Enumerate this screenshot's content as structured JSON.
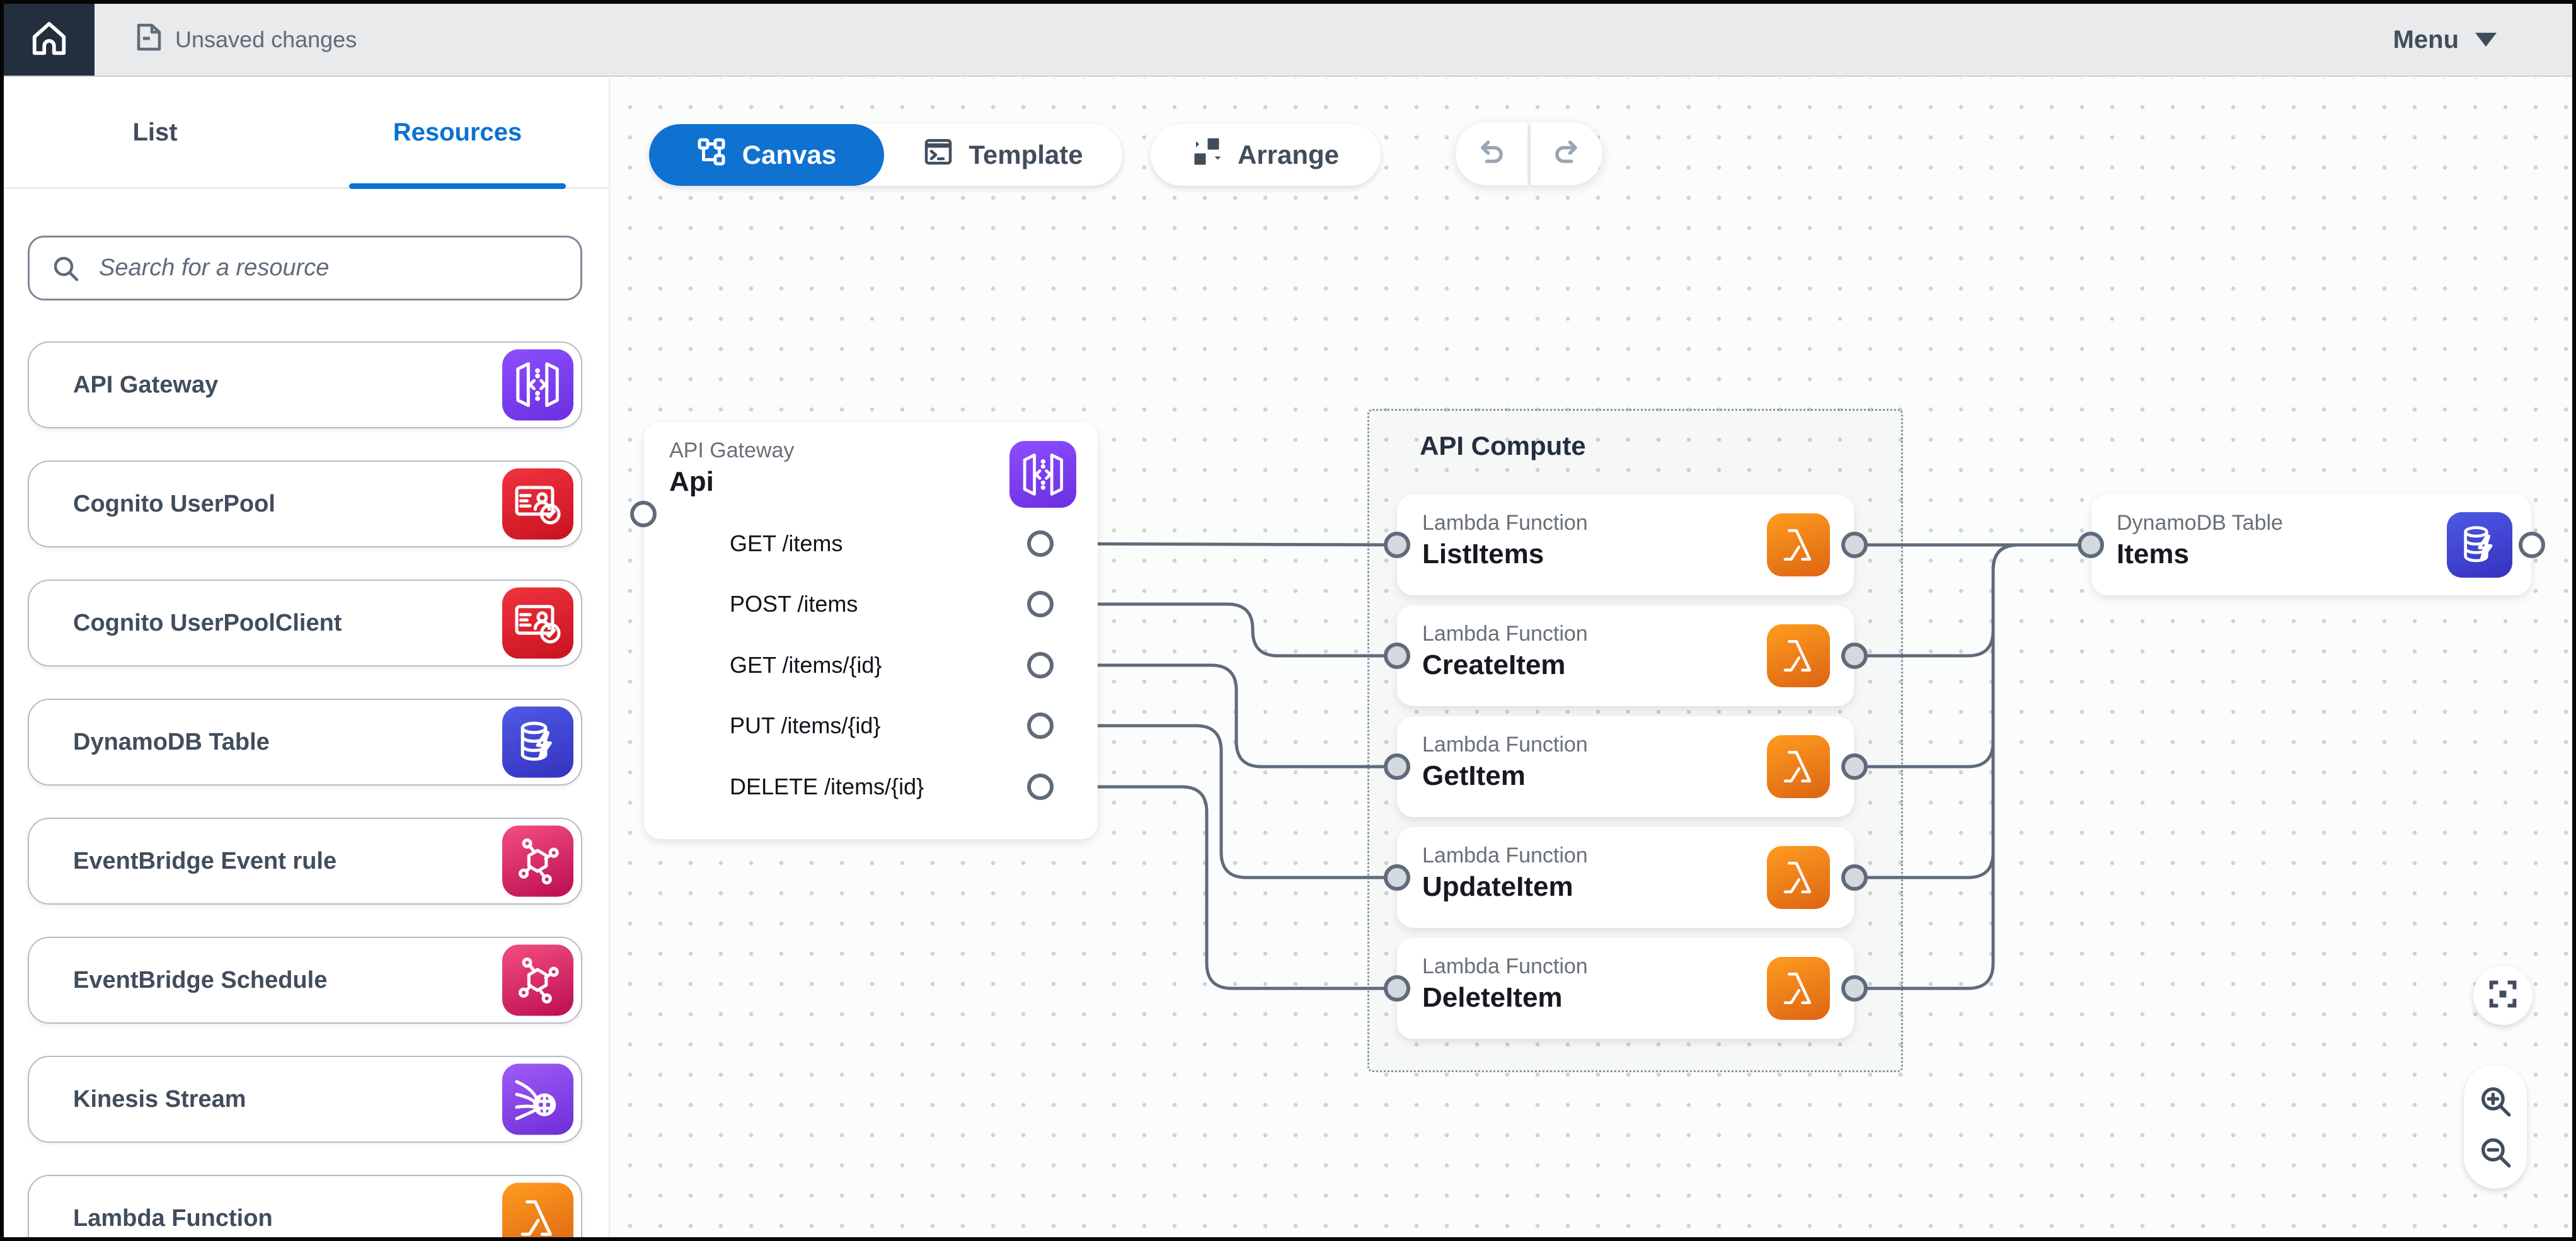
{
  "topbar": {
    "status": "Unsaved changes",
    "menu_label": "Menu"
  },
  "sidebar": {
    "tabs": [
      {
        "label": "List",
        "active": false
      },
      {
        "label": "Resources",
        "active": true
      }
    ],
    "search_placeholder": "Search for a resource",
    "resources": [
      {
        "label": "API Gateway",
        "icon": "api-gateway"
      },
      {
        "label": "Cognito UserPool",
        "icon": "cognito"
      },
      {
        "label": "Cognito UserPoolClient",
        "icon": "cognito"
      },
      {
        "label": "DynamoDB Table",
        "icon": "dynamodb"
      },
      {
        "label": "EventBridge Event rule",
        "icon": "eventbridge"
      },
      {
        "label": "EventBridge Schedule",
        "icon": "eventbridge"
      },
      {
        "label": "Kinesis Stream",
        "icon": "kinesis"
      },
      {
        "label": "Lambda Function",
        "icon": "lambda"
      }
    ]
  },
  "toolbar": {
    "canvas_label": "Canvas",
    "template_label": "Template",
    "arrange_label": "Arrange"
  },
  "canvas": {
    "api_node": {
      "type_label": "API Gateway",
      "name": "Api",
      "icon": "api-gateway",
      "routes": [
        "GET /items",
        "POST /items",
        "GET /items/{id}",
        "PUT /items/{id}",
        "DELETE /items/{id}"
      ]
    },
    "group": {
      "title": "API Compute"
    },
    "lambdas": [
      {
        "type_label": "Lambda Function",
        "name": "ListItems",
        "icon": "lambda"
      },
      {
        "type_label": "Lambda Function",
        "name": "CreateItem",
        "icon": "lambda"
      },
      {
        "type_label": "Lambda Function",
        "name": "GetItem",
        "icon": "lambda"
      },
      {
        "type_label": "Lambda Function",
        "name": "UpdateItem",
        "icon": "lambda"
      },
      {
        "type_label": "Lambda Function",
        "name": "DeleteItem",
        "icon": "lambda"
      }
    ],
    "table_node": {
      "type_label": "DynamoDB Table",
      "name": "Items",
      "icon": "dynamodb"
    },
    "connections": [
      {
        "from": "route:0",
        "to": "lambda:0"
      },
      {
        "from": "route:1",
        "to": "lambda:1"
      },
      {
        "from": "route:2",
        "to": "lambda:2"
      },
      {
        "from": "route:3",
        "to": "lambda:3"
      },
      {
        "from": "route:4",
        "to": "lambda:4"
      },
      {
        "from": "lambda:0",
        "to": "table"
      },
      {
        "from": "lambda:1",
        "to": "table"
      },
      {
        "from": "lambda:2",
        "to": "table"
      },
      {
        "from": "lambda:3",
        "to": "table"
      },
      {
        "from": "lambda:4",
        "to": "table"
      }
    ]
  },
  "colors": {
    "accent_blue": "#0972d3",
    "topbar_dark": "#232f3e",
    "wire": "#5f6b7a",
    "lambda_orange": "#ed7100",
    "dynamodb_blue": "#3b48cc",
    "api_gateway_purple": "#8c4fff"
  }
}
